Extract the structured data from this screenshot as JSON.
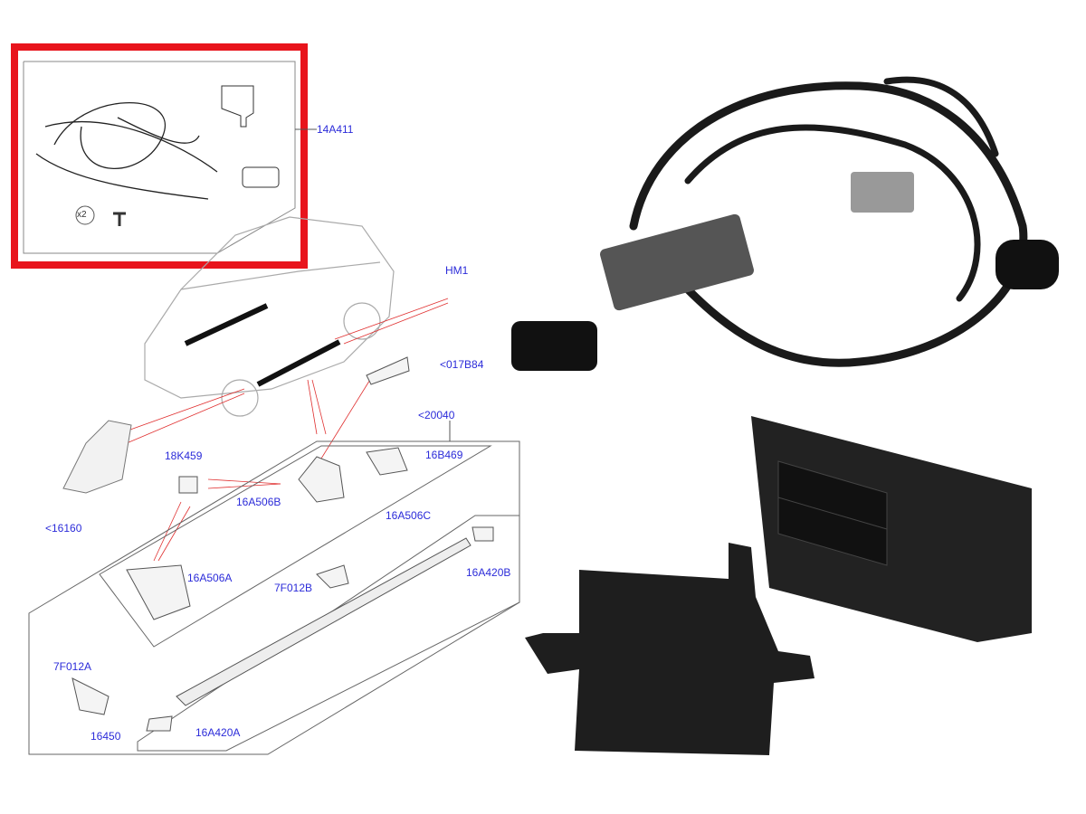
{
  "colors": {
    "label": "#2b2bd9",
    "highlight": "#e8141c",
    "leader": "#e03030",
    "line": "#555555",
    "part": "#1a1a1a"
  },
  "labels": {
    "kit": "14A411",
    "qty": "x2",
    "hm1": "HM1",
    "l017b84": "<017B84",
    "l20040": "<20040",
    "l18k459": "18K459",
    "l16b469": "16B469",
    "l16a506b": "16A506B",
    "l16a506c": "16A506C",
    "l16160": "<16160",
    "l16a506a": "16A506A",
    "l7f012b": "7F012B",
    "l16a420b": "16A420B",
    "l7f012a": "7F012A",
    "l16450": "16450",
    "l16a420a": "16A420A"
  }
}
